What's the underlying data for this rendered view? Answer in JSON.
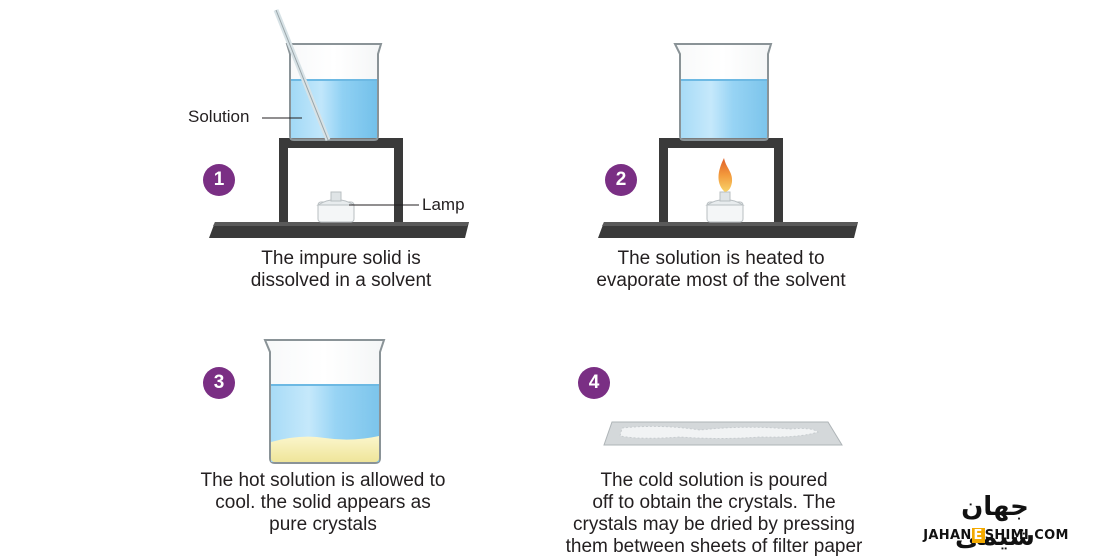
{
  "colors": {
    "step_badge": "#7a2f84",
    "solution": "#8fd0f4",
    "crystals": "#f5efb0",
    "bench": "#3b3b3b",
    "logo_accent": "#f2a900"
  },
  "steps": [
    {
      "number": "1",
      "caption": "The impure solid is\ndissolved in a solvent"
    },
    {
      "number": "2",
      "caption": "The solution is heated to\nevaporate most of the solvent"
    },
    {
      "number": "3",
      "caption": "The hot solution is allowed to\ncool. the solid appears as\npure crystals"
    },
    {
      "number": "4",
      "caption": "The cold solution is poured\noff to obtain the crystals. The\ncrystals may be dried by pressing\nthem between sheets of filter paper"
    }
  ],
  "labels": {
    "solution": "Solution",
    "lamp": "Lamp"
  },
  "logo": {
    "persian": "جهان شیمی",
    "english_pre": "JAHAN",
    "english_mark": "E",
    "english_post": "SHIMI.COM"
  }
}
